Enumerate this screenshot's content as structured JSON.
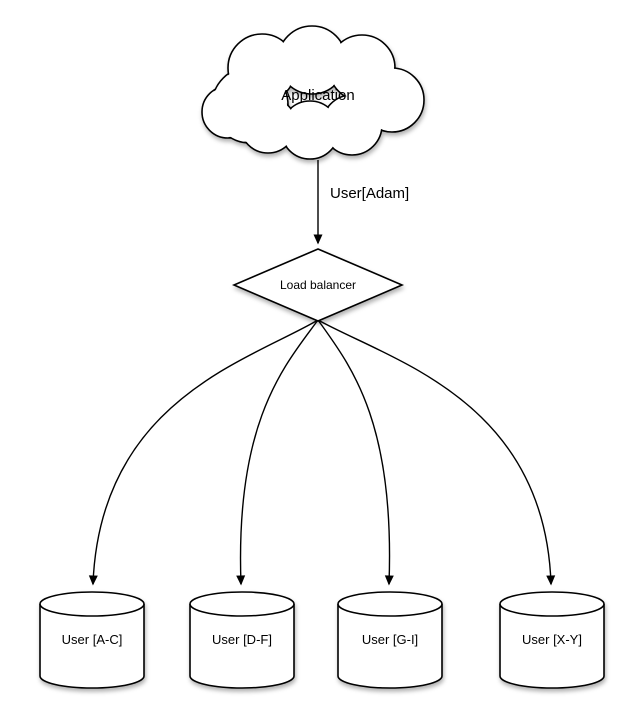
{
  "diagram": {
    "nodes": {
      "application": {
        "type": "cloud",
        "label": "Application"
      },
      "load_balancer": {
        "type": "diamond",
        "label": "Load balancer"
      }
    },
    "edge_labels": {
      "app_to_lb": "User[Adam]"
    },
    "databases": [
      {
        "label": "User [A-C]"
      },
      {
        "label": "User [D-F]"
      },
      {
        "label": "User [G-I]"
      },
      {
        "label": "User [X-Y]"
      }
    ],
    "colors": {
      "stroke": "#000000",
      "shape_fill": "#ffffff",
      "background": "#ffffff"
    }
  }
}
